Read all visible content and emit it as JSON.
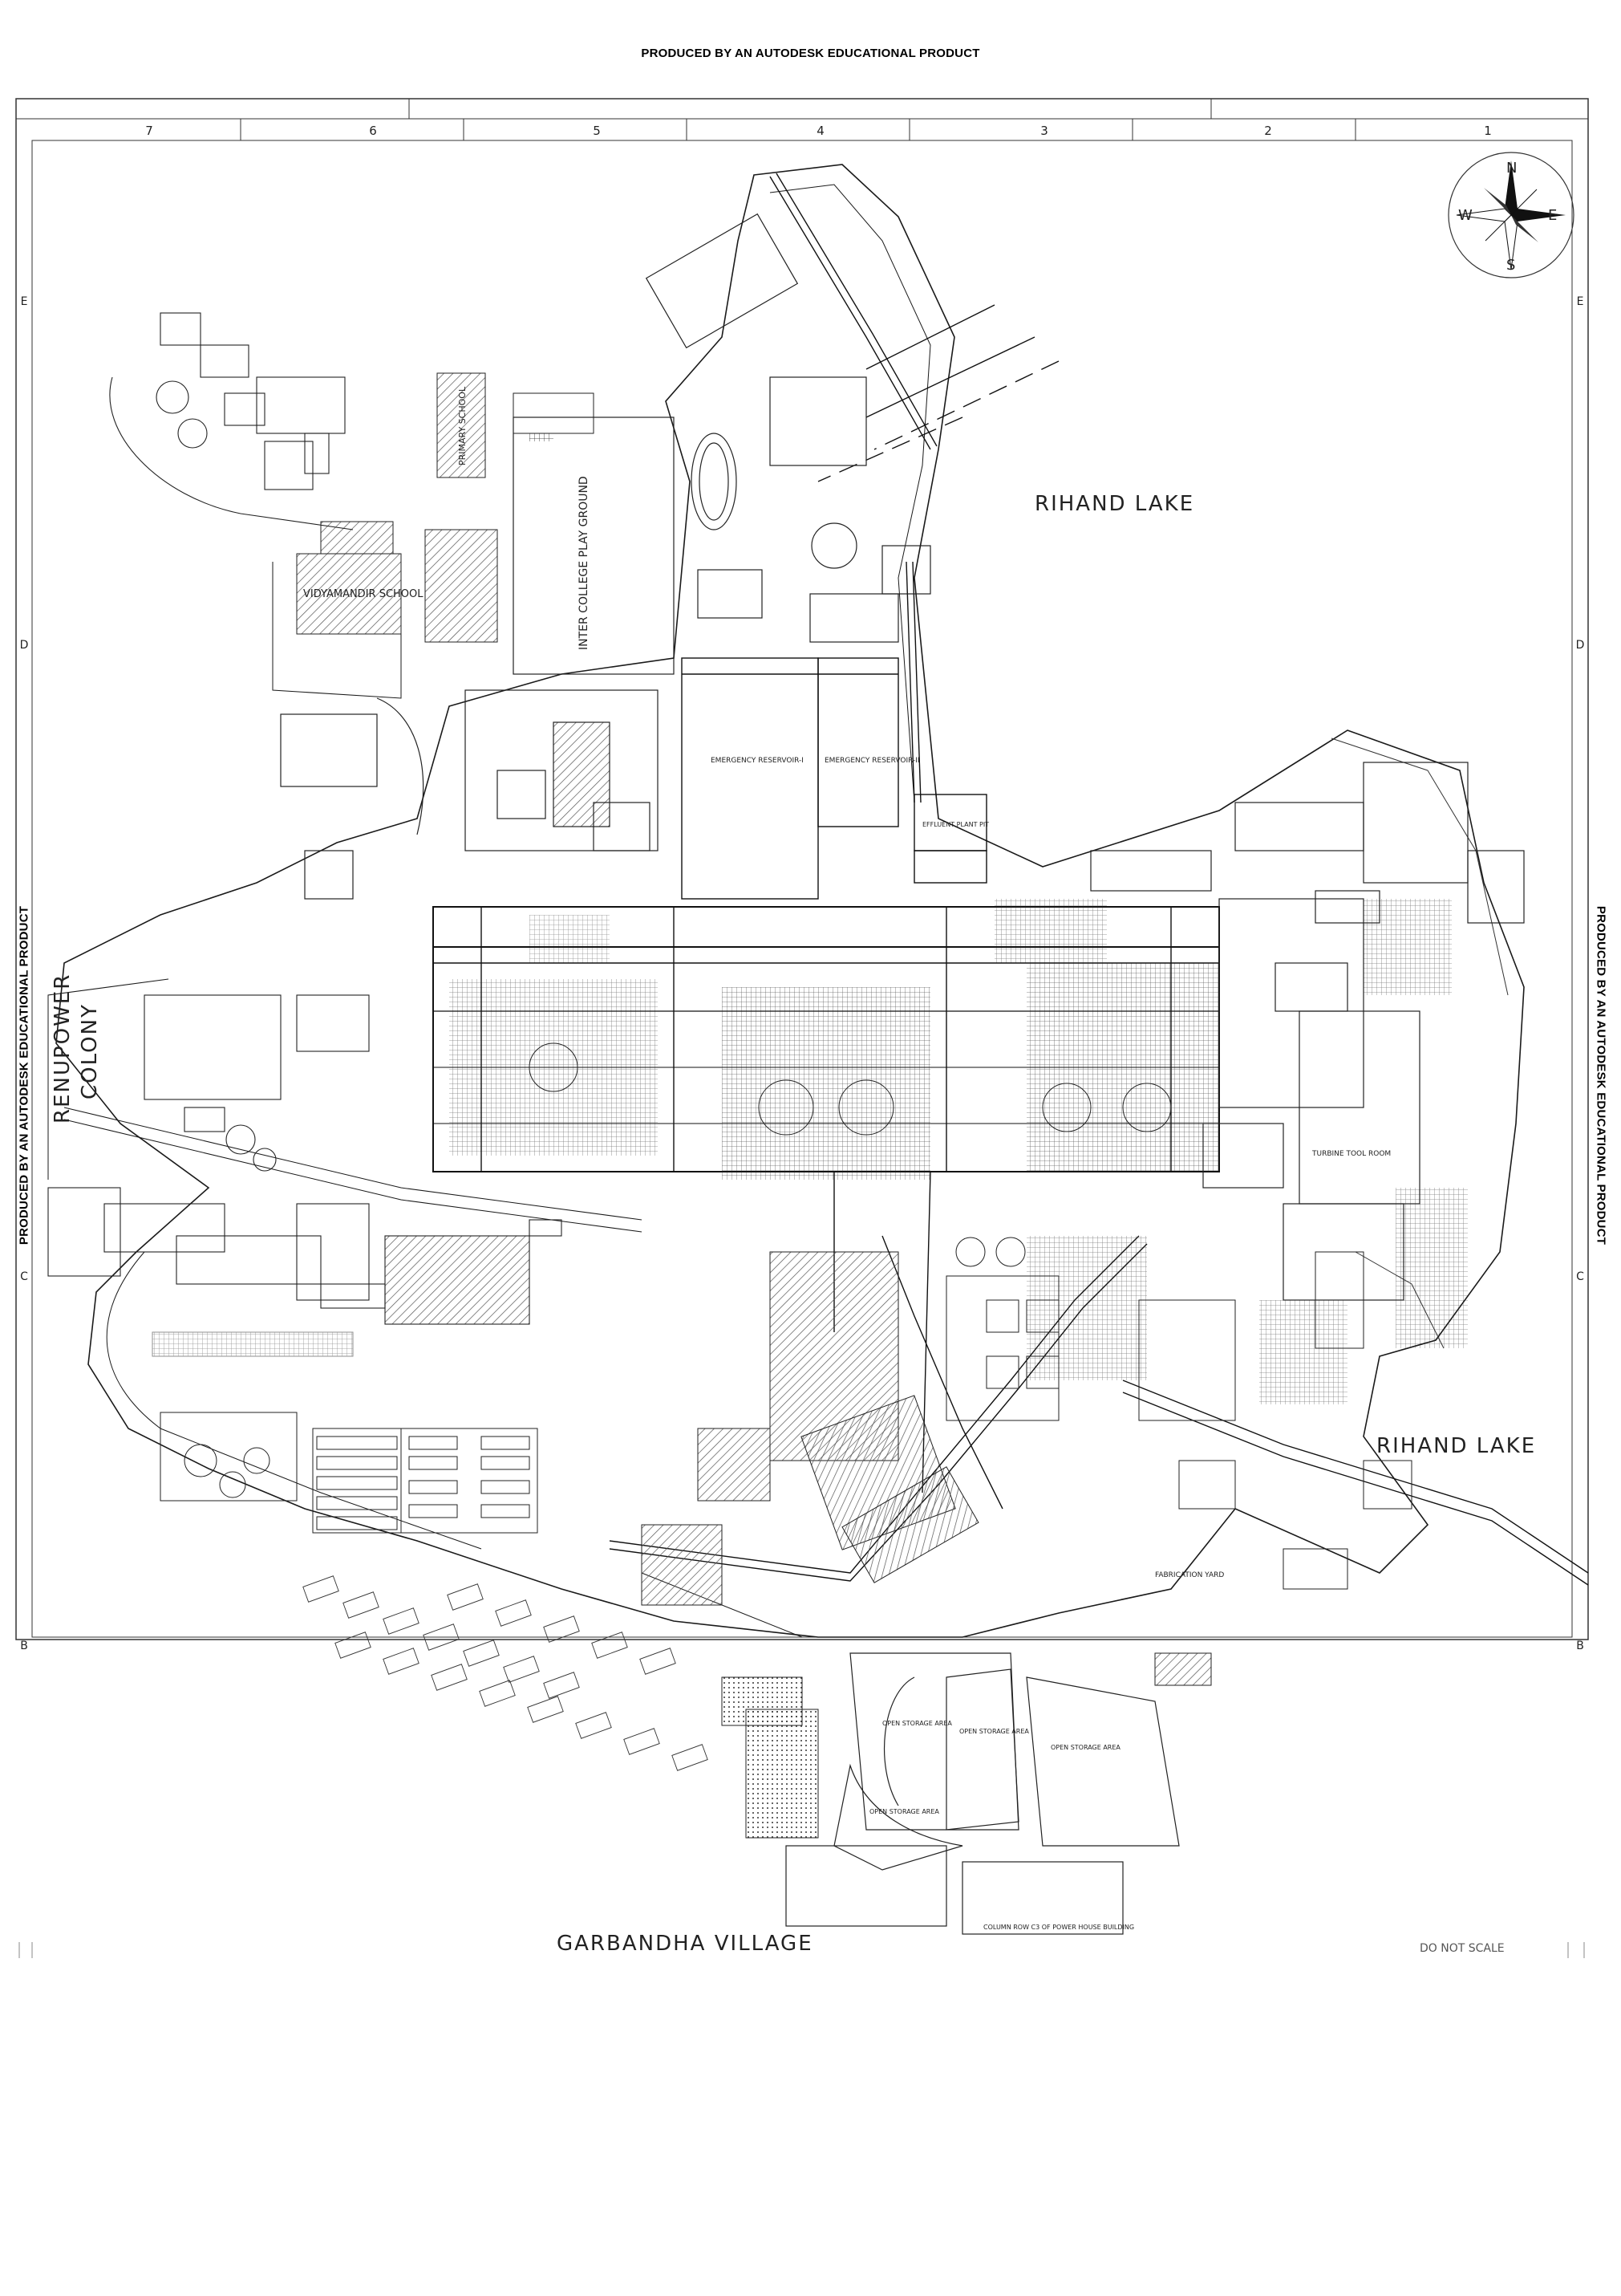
{
  "watermark": {
    "text": "PRODUCED BY AN AUTODESK EDUCATIONAL PRODUCT"
  },
  "border": {
    "columns": [
      "7",
      "6",
      "5",
      "4",
      "3",
      "2",
      "1"
    ],
    "rows": [
      "E",
      "D",
      "C",
      "B"
    ]
  },
  "compass": {
    "north": "N",
    "south": "S",
    "east": "E",
    "west": "W"
  },
  "areas": {
    "rihand_lake_north": "RIHAND LAKE",
    "rihand_lake_east": "RIHAND LAKE",
    "renupower_line1": "RENUPOWER",
    "renupower_line2": "COLONY",
    "garbandha_village": "GARBANDHA VILLAGE",
    "vidyamandir_school": "VIDYAMANDIR SCHOOL",
    "inter_college_ground": "INTER COLLEGE PLAY GROUND",
    "primary_school": "PRIMARY SCHOOL",
    "emergency_reservoir_1": "EMERGENCY RESERVOIR-I",
    "emergency_reservoir_2": "EMERGENCY RESERVOIR-II",
    "effluent_plant_pit": "EFFLUENT PLANT PIT",
    "fabrication_yard": "FABRICATION YARD",
    "open_storage_1": "OPEN STORAGE AREA",
    "open_storage_2": "OPEN STORAGE AREA",
    "open_storage_3": "OPEN STORAGE AREA",
    "open_storage_4": "OPEN STORAGE AREA",
    "turbine_tool_room": "TURBINE TOOL ROOM",
    "column_row": "COLUMN ROW C3 OF POWER HOUSE BUILDING",
    "do_not_scale": "DO NOT SCALE"
  },
  "colors": {
    "ink": "#1a1a1a",
    "hatch": "#555555",
    "paper": "#ffffff"
  }
}
